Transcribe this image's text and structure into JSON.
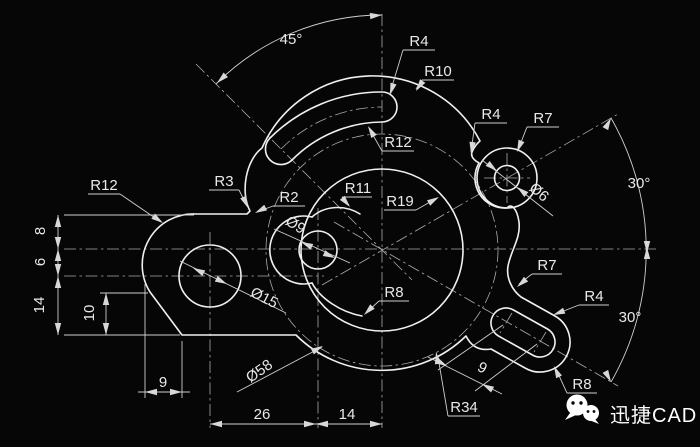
{
  "drawing": {
    "angle_labels": {
      "a45": "45°",
      "a30_top": "30°",
      "a30_bottom": "30°"
    },
    "radius_labels": {
      "r4_slot_end": "R4",
      "r10": "R10",
      "r12_slot": "R12",
      "r4_notch": "R4",
      "r7_top": "R7",
      "r12_lug": "R12",
      "r3": "R3",
      "r2": "R2",
      "r11": "R11",
      "r19": "R19",
      "r8_center": "R8",
      "r7_right": "R7",
      "r4_lower": "R4",
      "r8_lower": "R8",
      "r34": "R34"
    },
    "diameter_labels": {
      "dia6": "Ø6",
      "dia9": "Ø9",
      "dia15": "Ø15",
      "dia58": "Ø58"
    },
    "linear_dims": {
      "d8": "8",
      "d6": "6",
      "d14_left": "14",
      "d10": "10",
      "d9_left": "9",
      "d26": "26",
      "d14_bottom": "14",
      "d9_slot": "9"
    }
  },
  "watermark": {
    "brand": "迅捷CAD"
  },
  "colors": {
    "background": "#060606",
    "outline": "#f0f0f0",
    "dimension": "#cfcfcf",
    "centerline": "#a9a9a9",
    "text": "#e9e9e9",
    "watermark": "#ffffff"
  }
}
